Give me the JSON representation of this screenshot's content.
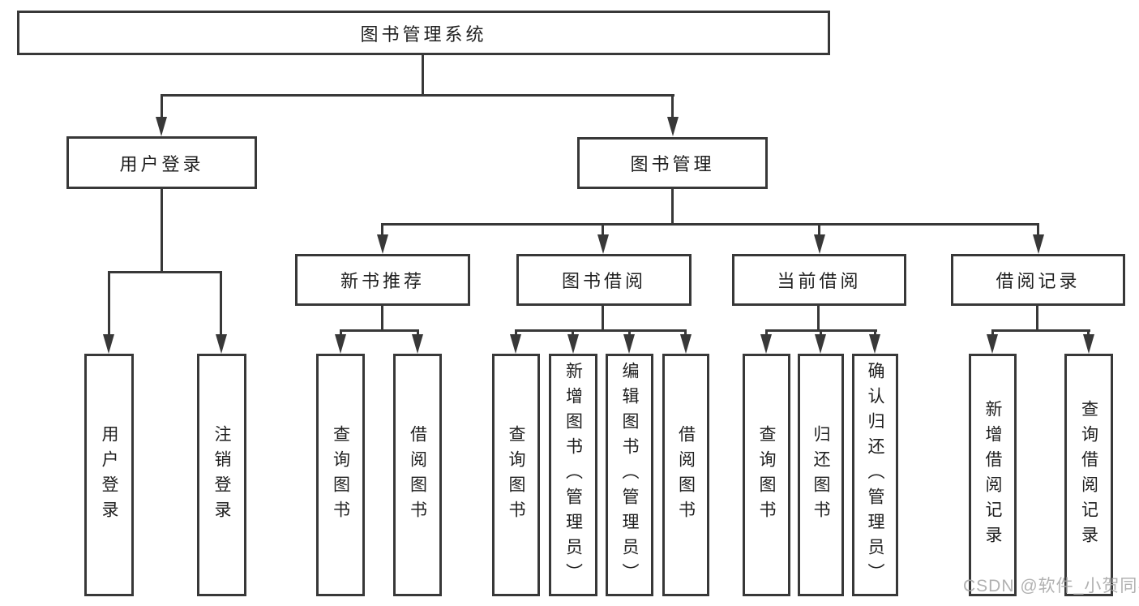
{
  "nodes": {
    "root": {
      "label": "图书管理系统"
    },
    "user_login": {
      "label": "用户登录"
    },
    "book_mgmt": {
      "label": "图书管理"
    },
    "new_book_rec": {
      "label": "新书推荐"
    },
    "book_borrow": {
      "label": "图书借阅"
    },
    "current_borrow": {
      "label": "当前借阅"
    },
    "borrow_record": {
      "label": "借阅记录"
    },
    "leaf_user_login": {
      "label": "用户登录"
    },
    "leaf_logout": {
      "label": "注销登录"
    },
    "leaf_query_book_1": {
      "label": "查询图书"
    },
    "leaf_borrow_book_1": {
      "label": "借阅图书"
    },
    "leaf_query_book_2": {
      "label": "查询图书"
    },
    "leaf_add_book": {
      "label": "新增图书（管理员）"
    },
    "leaf_edit_book": {
      "label": "编辑图书（管理员）"
    },
    "leaf_borrow_book_2": {
      "label": "借阅图书"
    },
    "leaf_query_book_3": {
      "label": "查询图书"
    },
    "leaf_return_book": {
      "label": "归还图书"
    },
    "leaf_confirm_return": {
      "label": "确认归还（管理员）"
    },
    "leaf_add_borrow_record": {
      "label": "新增借阅记录"
    },
    "leaf_query_borrow_record": {
      "label": "查询借阅记录"
    }
  },
  "hierarchy": {
    "图书管理系统": [
      "用户登录",
      "图书管理"
    ],
    "用户登录": [
      "用户登录",
      "注销登录"
    ],
    "图书管理": [
      "新书推荐",
      "图书借阅",
      "当前借阅",
      "借阅记录"
    ],
    "新书推荐": [
      "查询图书",
      "借阅图书"
    ],
    "图书借阅": [
      "查询图书",
      "新增图书（管理员）",
      "编辑图书（管理员）",
      "借阅图书"
    ],
    "当前借阅": [
      "查询图书",
      "归还图书",
      "确认归还（管理员）"
    ],
    "借阅记录": [
      "新增借阅记录",
      "查询借阅记录"
    ]
  },
  "watermark": {
    "text": "CSDN @软件_小贺同学"
  },
  "colors": {
    "line": "#383838",
    "text": "#1f1f1f",
    "background": "#ffffff",
    "watermark": "#a8a8a8"
  }
}
